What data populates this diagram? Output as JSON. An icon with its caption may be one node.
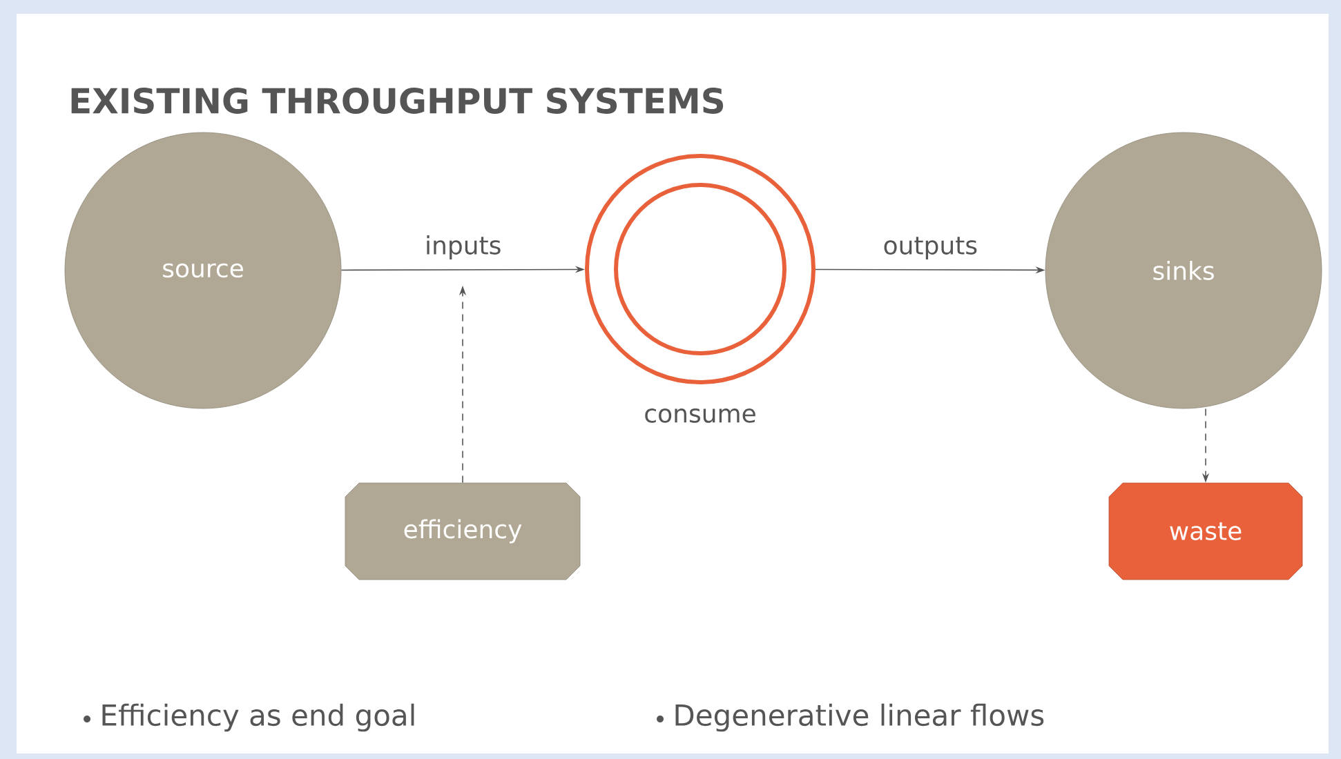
{
  "diagram": {
    "title": "EXISTING THROUGHPUT SYSTEMS",
    "nodes": [
      {
        "text": [
          "source"
        ]
      },
      {
        "text": [],
        "shape": "circle",
        "beside": [
          "consume"
        ]
      },
      {
        "text": [
          "sinks"
        ]
      },
      {
        "text": [
          "efficiency"
        ]
      },
      {
        "text": [
          "waste"
        ]
      }
    ],
    "edges": [
      {
        "from": 0,
        "to": 1,
        "arrow": "to",
        "label": "inputs"
      },
      {
        "from": 1,
        "to": 2,
        "arrow": "to",
        "label": "outputs"
      },
      {
        "from": 3,
        "to": null,
        "arrow": "to",
        "style": "dashed"
      },
      {
        "from": 2,
        "to": 4,
        "arrow": "to",
        "style": "dashed"
      }
    ],
    "labels": [
      "Efficiency as end goal",
      "Degenerative linear flows"
    ]
  }
}
